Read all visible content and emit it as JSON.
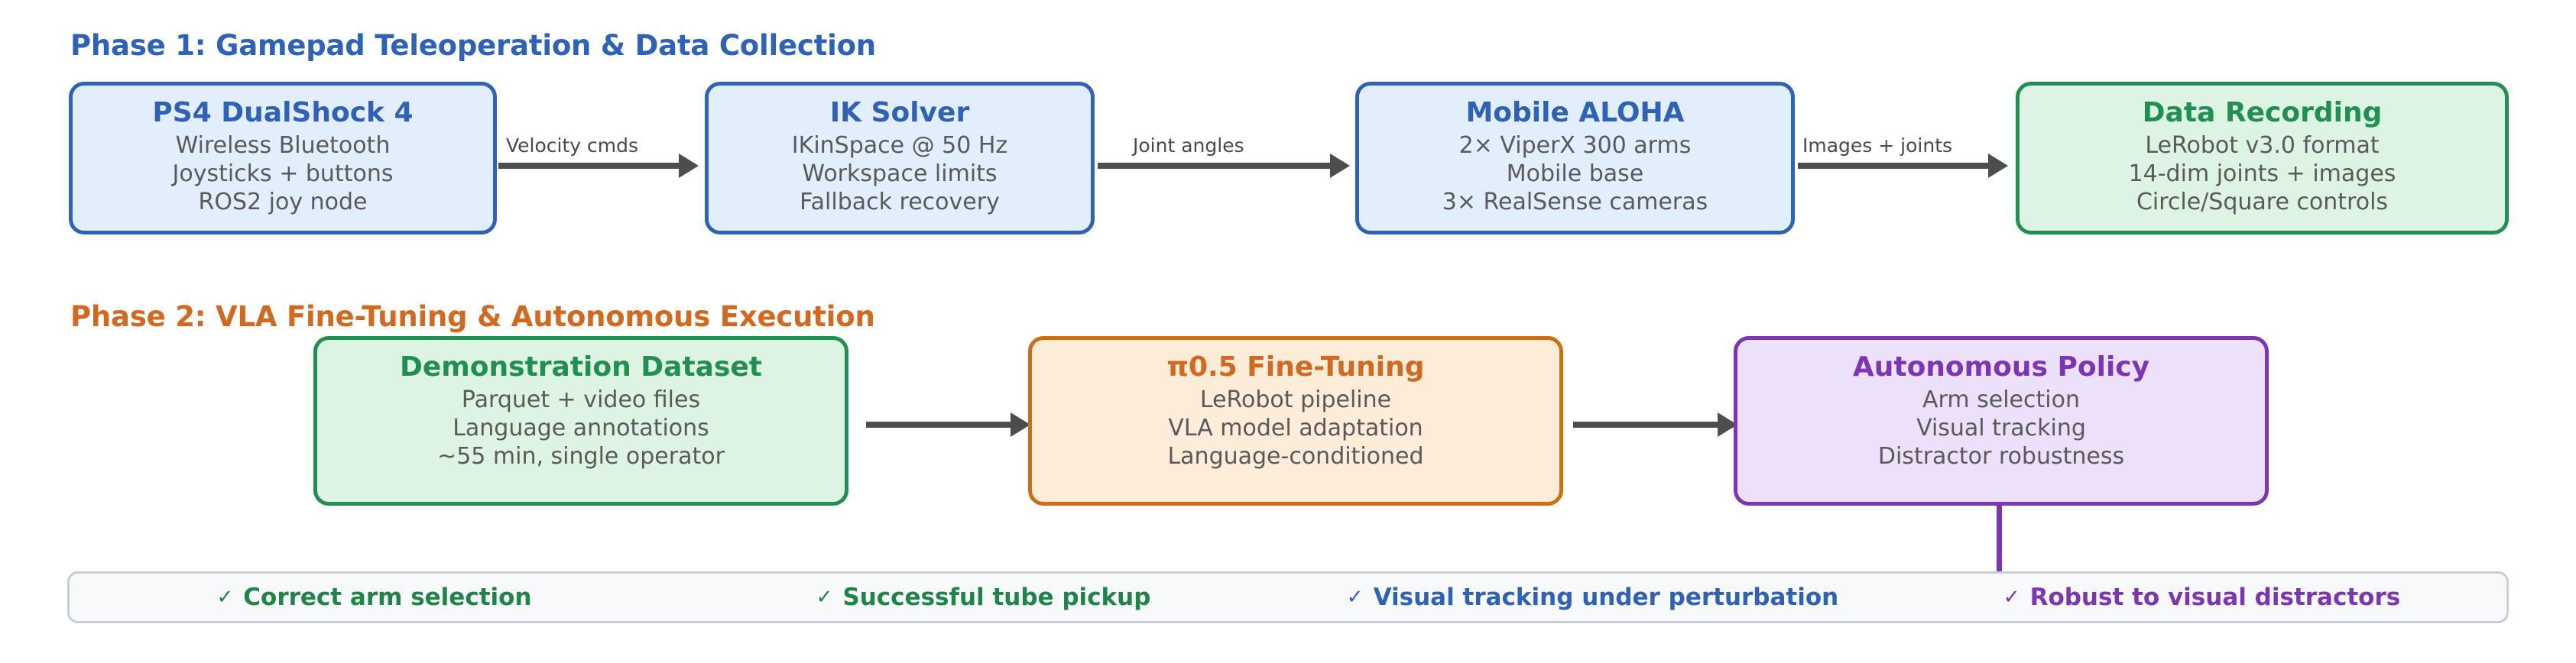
{
  "phases": [
    {
      "id": "phase-1",
      "title": "Phase 1: Gamepad Teleoperation & Data Collection",
      "color": "#2e62b8"
    },
    {
      "id": "phase-2",
      "title": "Phase 2: VLA Fine-Tuning & Autonomous Execution",
      "color": "#d2691e"
    }
  ],
  "phase1_nodes": [
    {
      "title": "PS4 DualShock 4",
      "lines": [
        "Wireless Bluetooth",
        "Joysticks + buttons",
        "ROS2 joy node"
      ],
      "theme": "blue"
    },
    {
      "title": "IK Solver",
      "lines": [
        "IKinSpace @ 50 Hz",
        "Workspace limits",
        "Fallback recovery"
      ],
      "theme": "blue"
    },
    {
      "title": "Mobile ALOHA",
      "lines": [
        "2× ViperX 300 arms",
        "Mobile base",
        "3× RealSense cameras"
      ],
      "theme": "blue"
    },
    {
      "title": "Data Recording",
      "lines": [
        "LeRobot v3.0 format",
        "14-dim joints + images",
        "Circle/Square controls"
      ],
      "theme": "green"
    }
  ],
  "phase1_arrows": [
    {
      "label": "Velocity cmds"
    },
    {
      "label": "Joint angles"
    },
    {
      "label": "Images + joints"
    }
  ],
  "phase2_nodes": [
    {
      "title": "Demonstration Dataset",
      "lines": [
        "Parquet + video files",
        "Language annotations",
        "~55 min, single operator"
      ],
      "theme": "green"
    },
    {
      "title": "π0.5 Fine-Tuning",
      "lines": [
        "LeRobot pipeline",
        "VLA model adaptation",
        "Language-conditioned"
      ],
      "theme": "orange"
    },
    {
      "title": "Autonomous Policy",
      "lines": [
        "Arm selection",
        "Visual tracking",
        "Distractor robustness"
      ],
      "theme": "purple"
    }
  ],
  "phase2_arrows": [
    {
      "label": ""
    },
    {
      "label": ""
    }
  ],
  "results": [
    {
      "check": "✓",
      "label": "Correct arm selection",
      "color_class": "res-green",
      "color": "#1f8547"
    },
    {
      "check": "✓",
      "label": "Successful tube pickup",
      "color_class": "res-green",
      "color": "#1f8547"
    },
    {
      "check": "✓",
      "label": "Visual tracking under perturbation",
      "color_class": "res-blue",
      "color": "#2e62b8"
    },
    {
      "check": "✓",
      "label": "Robust to visual distractors",
      "color_class": "res-purple",
      "color": "#7b35b5"
    }
  ],
  "connector": {
    "name": "policy-to-results-connector",
    "color": "#7b35b5"
  }
}
